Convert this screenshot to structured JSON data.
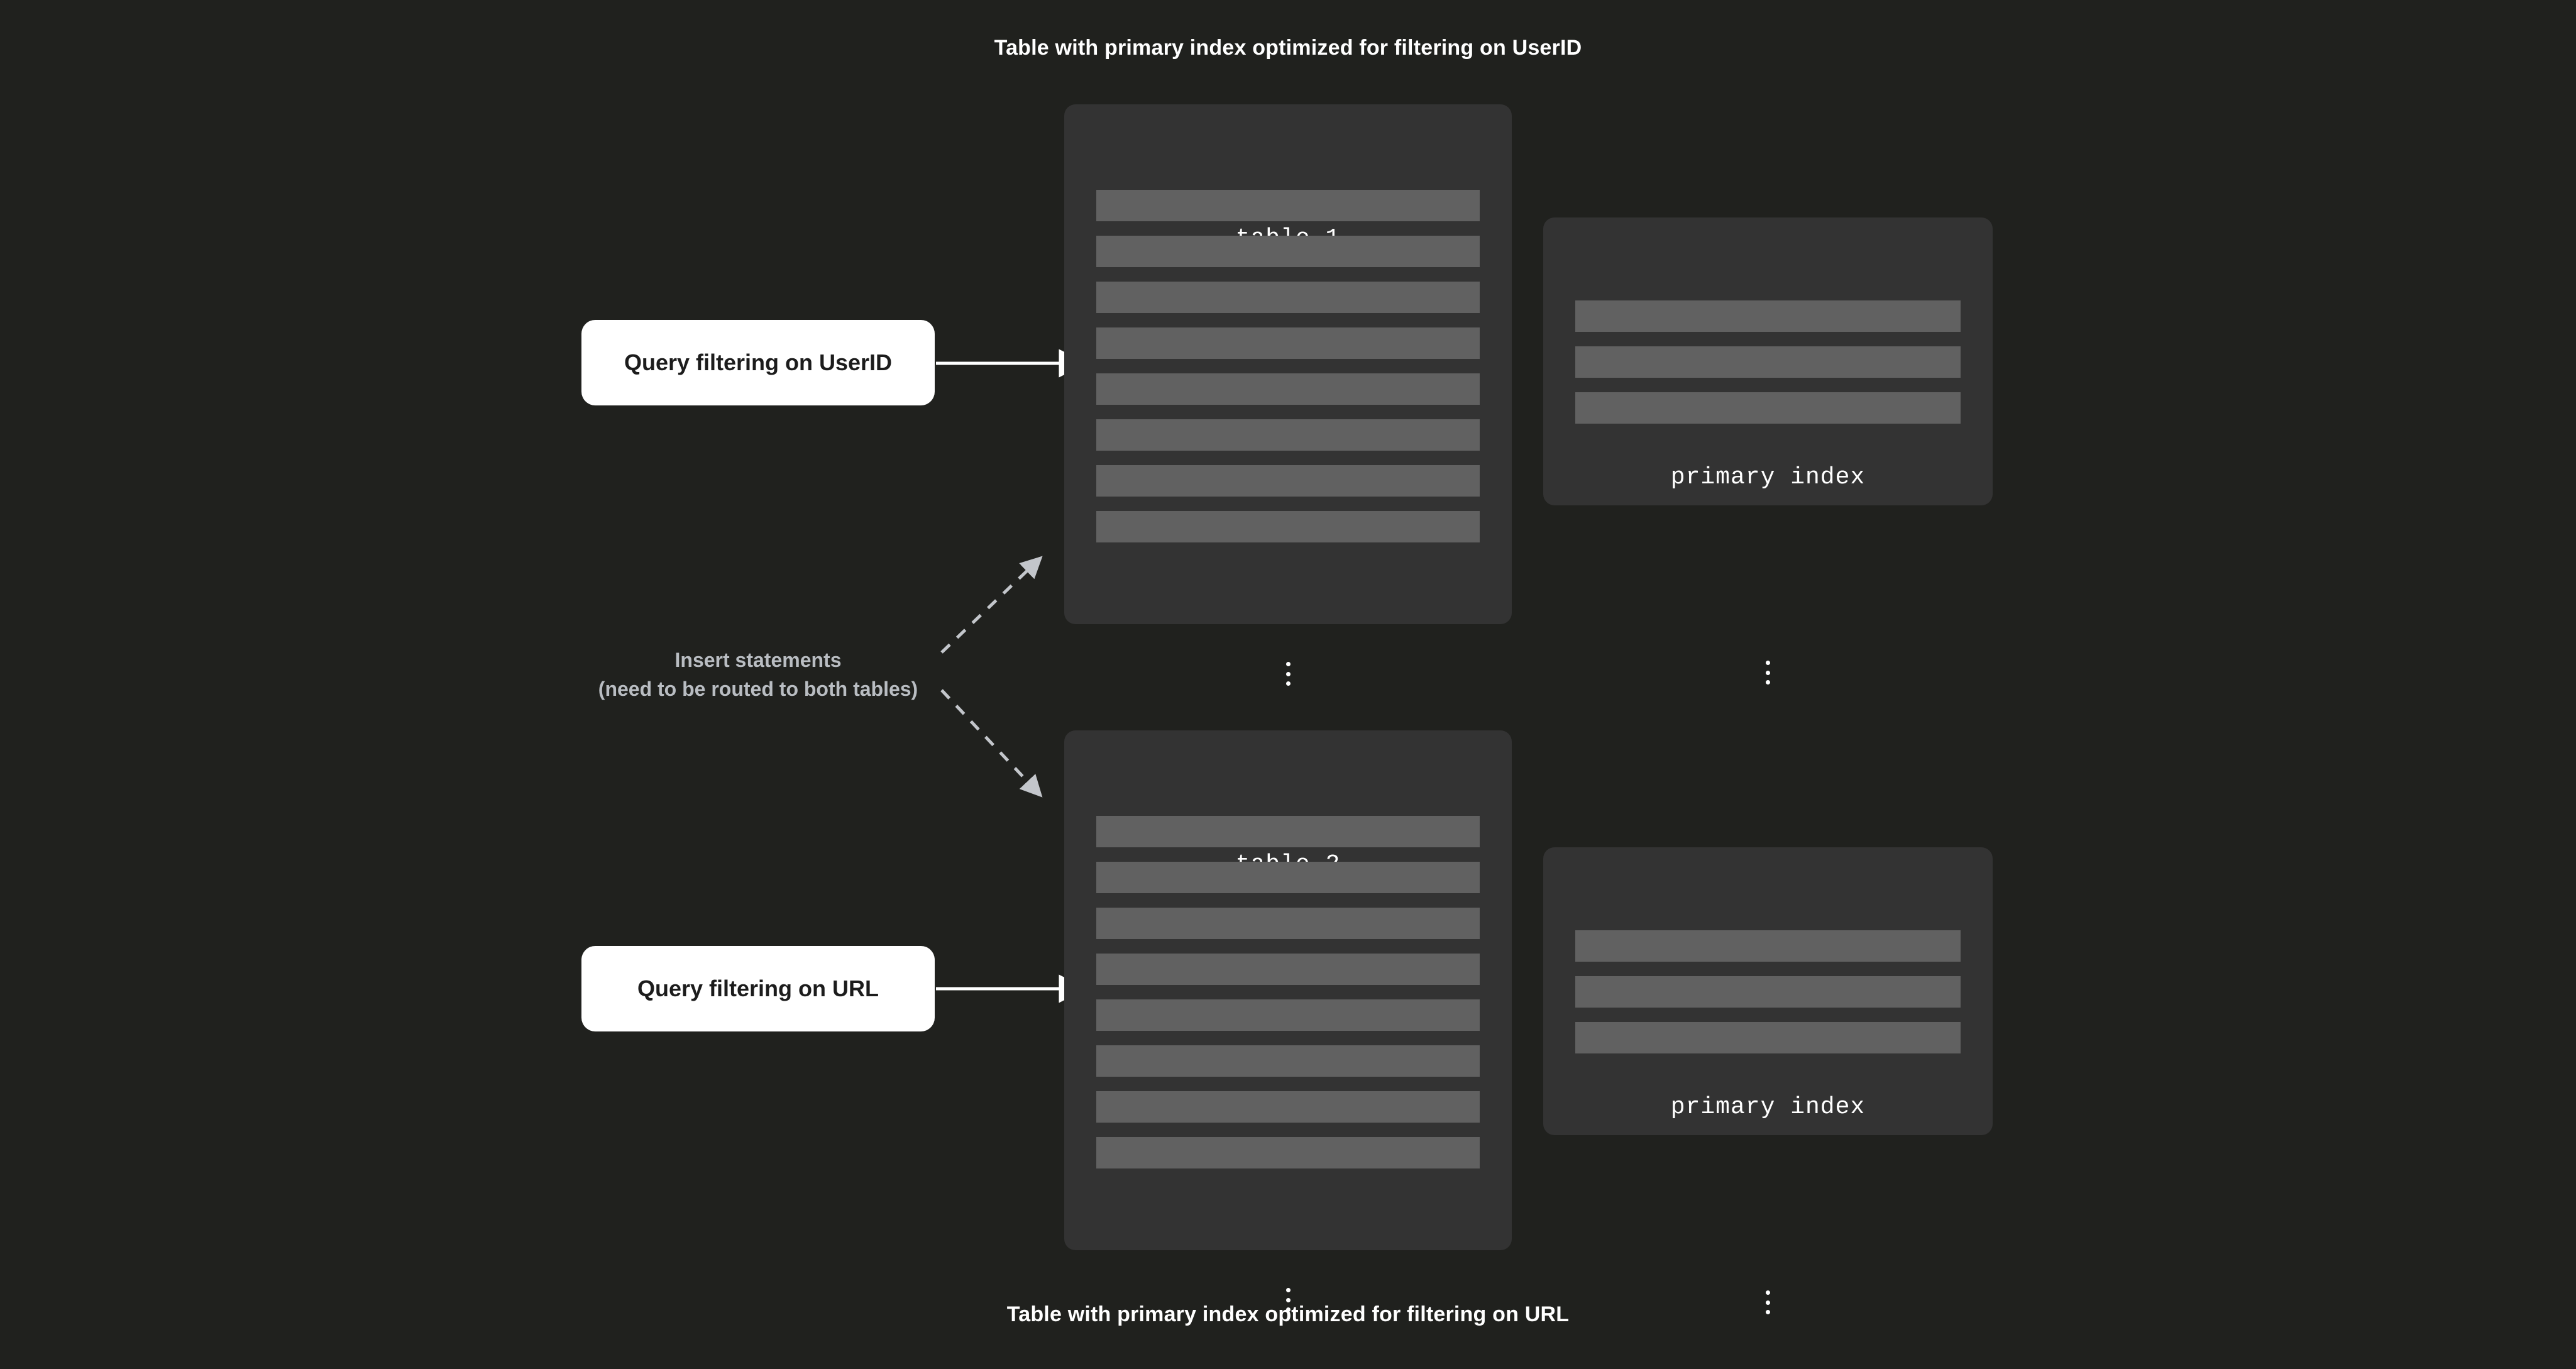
{
  "captions": {
    "top": "Table with primary index optimized for filtering on UserID",
    "bottom": "Table with primary index optimized for filtering on URL"
  },
  "panels": {
    "table1": {
      "title": "table 1",
      "row_count": 8,
      "ellipsis": "vertical-ellipsis"
    },
    "table2": {
      "title": "table 2",
      "row_count": 8,
      "ellipsis": "vertical-ellipsis"
    },
    "index1": {
      "title": "primary index",
      "row_count": 3,
      "ellipsis": "vertical-ellipsis"
    },
    "index2": {
      "title": "primary index",
      "row_count": 3,
      "ellipsis": "vertical-ellipsis"
    }
  },
  "queries": {
    "userid": "Query filtering on UserID",
    "url": "Query filtering on URL"
  },
  "insert_label": {
    "line1": "Insert statements",
    "line2": "(need to be routed to both tables)"
  },
  "colors": {
    "background": "#20211e",
    "panel": "#333333",
    "row": "#616161",
    "query_box": "#ffffff",
    "query_text": "#1c1c1c",
    "caption_text": "#ffffff",
    "insert_text": "#b9bdc2",
    "solid_arrow": "#ffffff",
    "dashed_arrow": "#c3c6cb"
  }
}
